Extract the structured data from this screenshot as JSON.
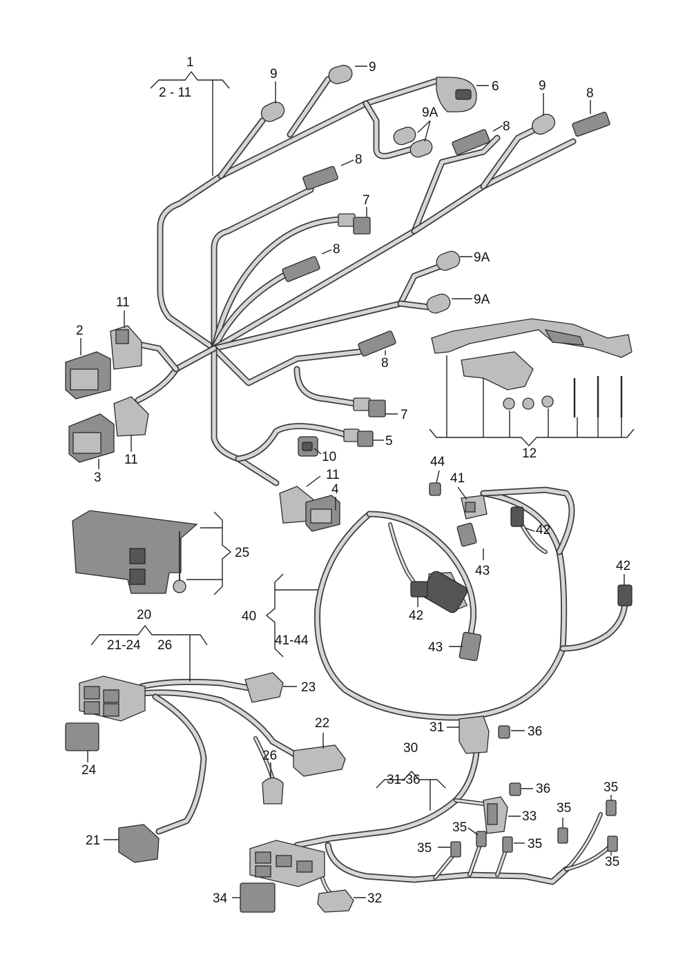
{
  "callouts": {
    "c1": "1",
    "c2_11": "2 - 11",
    "c2": "2",
    "c3": "3",
    "c4": "4",
    "c5": "5",
    "c6": "6",
    "c7a": "7",
    "c7b": "7",
    "c8a": "8",
    "c8b": "8",
    "c8c": "8",
    "c8d": "8",
    "c8e": "8",
    "c9a": "9",
    "c9b": "9",
    "c9c": "9",
    "c9Aa": "9A",
    "c9Ab": "9A",
    "c9Ac": "9A",
    "c10": "10",
    "c11a": "11",
    "c11b": "11",
    "c11c": "11",
    "c12": "12",
    "c20": "20",
    "c21_24": "21-24",
    "c26h": "26",
    "c21": "21",
    "c22": "22",
    "c23": "23",
    "c24": "24",
    "c25": "25",
    "c26": "26",
    "c30": "30",
    "c31_36": "31-36",
    "c31": "31",
    "c32": "32",
    "c33": "33",
    "c34": "34",
    "c35a": "35",
    "c35b": "35",
    "c35c": "35",
    "c35d": "35",
    "c35e": "35",
    "c35f": "35",
    "c36a": "36",
    "c36b": "36",
    "c40": "40",
    "c41_44": "41-44",
    "c41": "41",
    "c42a": "42",
    "c42b": "42",
    "c42c": "42",
    "c43a": "43",
    "c43b": "43",
    "c44": "44"
  }
}
